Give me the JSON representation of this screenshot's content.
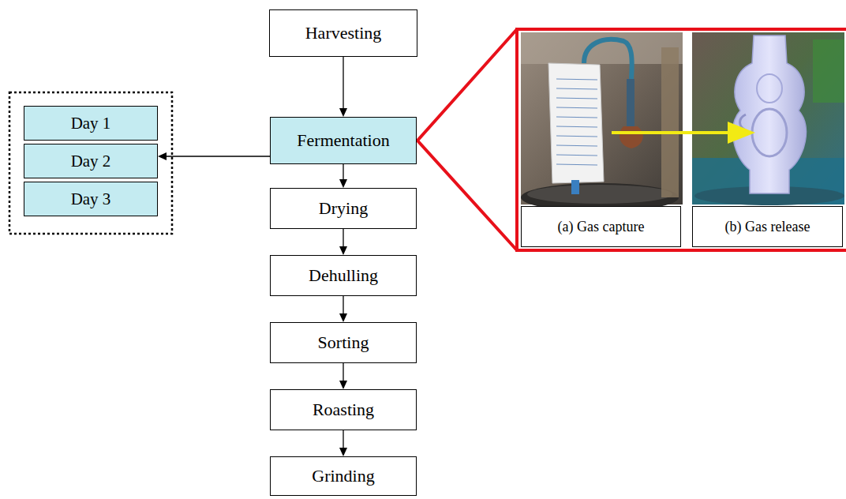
{
  "diagram": {
    "nodes": [
      {
        "text": [
          "Harvesting"
        ]
      },
      {
        "text": [
          "Fermentation"
        ]
      },
      {
        "text": [
          "Day 1"
        ]
      },
      {
        "text": [
          "Day 2"
        ]
      },
      {
        "text": [
          "Day 3"
        ]
      },
      {
        "text": [
          "(a) Gas capture"
        ]
      },
      {
        "text": [
          "(b) Gas release"
        ]
      },
      {
        "text": [
          "Drying"
        ]
      },
      {
        "text": [
          "Dehulling"
        ]
      },
      {
        "text": [
          "Sorting"
        ]
      },
      {
        "text": [
          "Roasting"
        ]
      },
      {
        "text": [
          "Grinding"
        ]
      }
    ],
    "edges": [
      {
        "from": 0,
        "to": 1,
        "arrow": "to"
      },
      {
        "from": 1,
        "to": 3,
        "arrow": "to"
      },
      {
        "from": 1,
        "to": 7,
        "arrow": "to"
      },
      {
        "from": 7,
        "to": 8,
        "arrow": "to"
      },
      {
        "from": 8,
        "to": 9,
        "arrow": "to"
      },
      {
        "from": 9,
        "to": 10,
        "arrow": "to"
      },
      {
        "from": 10,
        "to": 11,
        "arrow": "to"
      }
    ]
  }
}
